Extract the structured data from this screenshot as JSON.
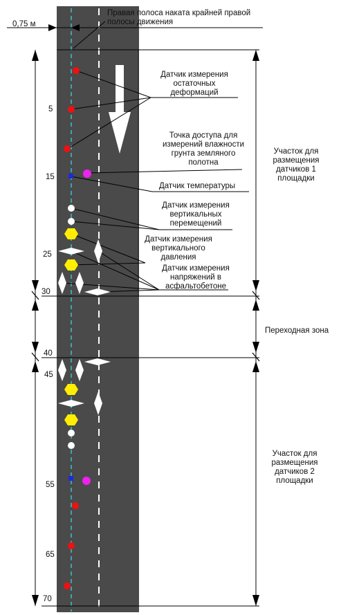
{
  "offset_label": "0,75 м",
  "lane_label": [
    "Правая полоса наката крайней правой",
    "полосы движения"
  ],
  "km_marks": [
    "5",
    "15",
    "25",
    "30",
    "40",
    "45",
    "55",
    "65",
    "70"
  ],
  "sensor_labels": {
    "residual": [
      "Датчик измерения",
      "остаточных",
      "деформаций"
    ],
    "moisture": [
      "Точка доступа для",
      "измерений влажности",
      "грунта земляного",
      "полотна"
    ],
    "temperature": [
      "Датчик температуры"
    ],
    "vertical_displacement": [
      "Датчик измерения",
      "вертикальных",
      "перемещений"
    ],
    "vertical_pressure": [
      "Датчик измерения",
      "вертикального",
      "давления"
    ],
    "asphalt_stress": [
      "Датчик измерения",
      "напряжений в",
      "асфальтобетоне"
    ]
  },
  "zones": {
    "zone1": [
      "Участок для",
      "размещения",
      "датчиков 1",
      "площадки"
    ],
    "transition": [
      "Переходная зона"
    ],
    "zone2": [
      "Участок для",
      "размещения",
      "датчиков 2",
      "площадки"
    ]
  },
  "colors": {
    "road": "#4a4a4a",
    "lane_line": "#3fc0d0",
    "residual_sensor": "#ee1111",
    "moisture_point": "#ee22ee",
    "temperature_sensor": "#1a2bd8",
    "displacement_sensor": "#ffffff",
    "pressure_sensor": "#ffee00",
    "stress_sensor": "#ffffff"
  }
}
